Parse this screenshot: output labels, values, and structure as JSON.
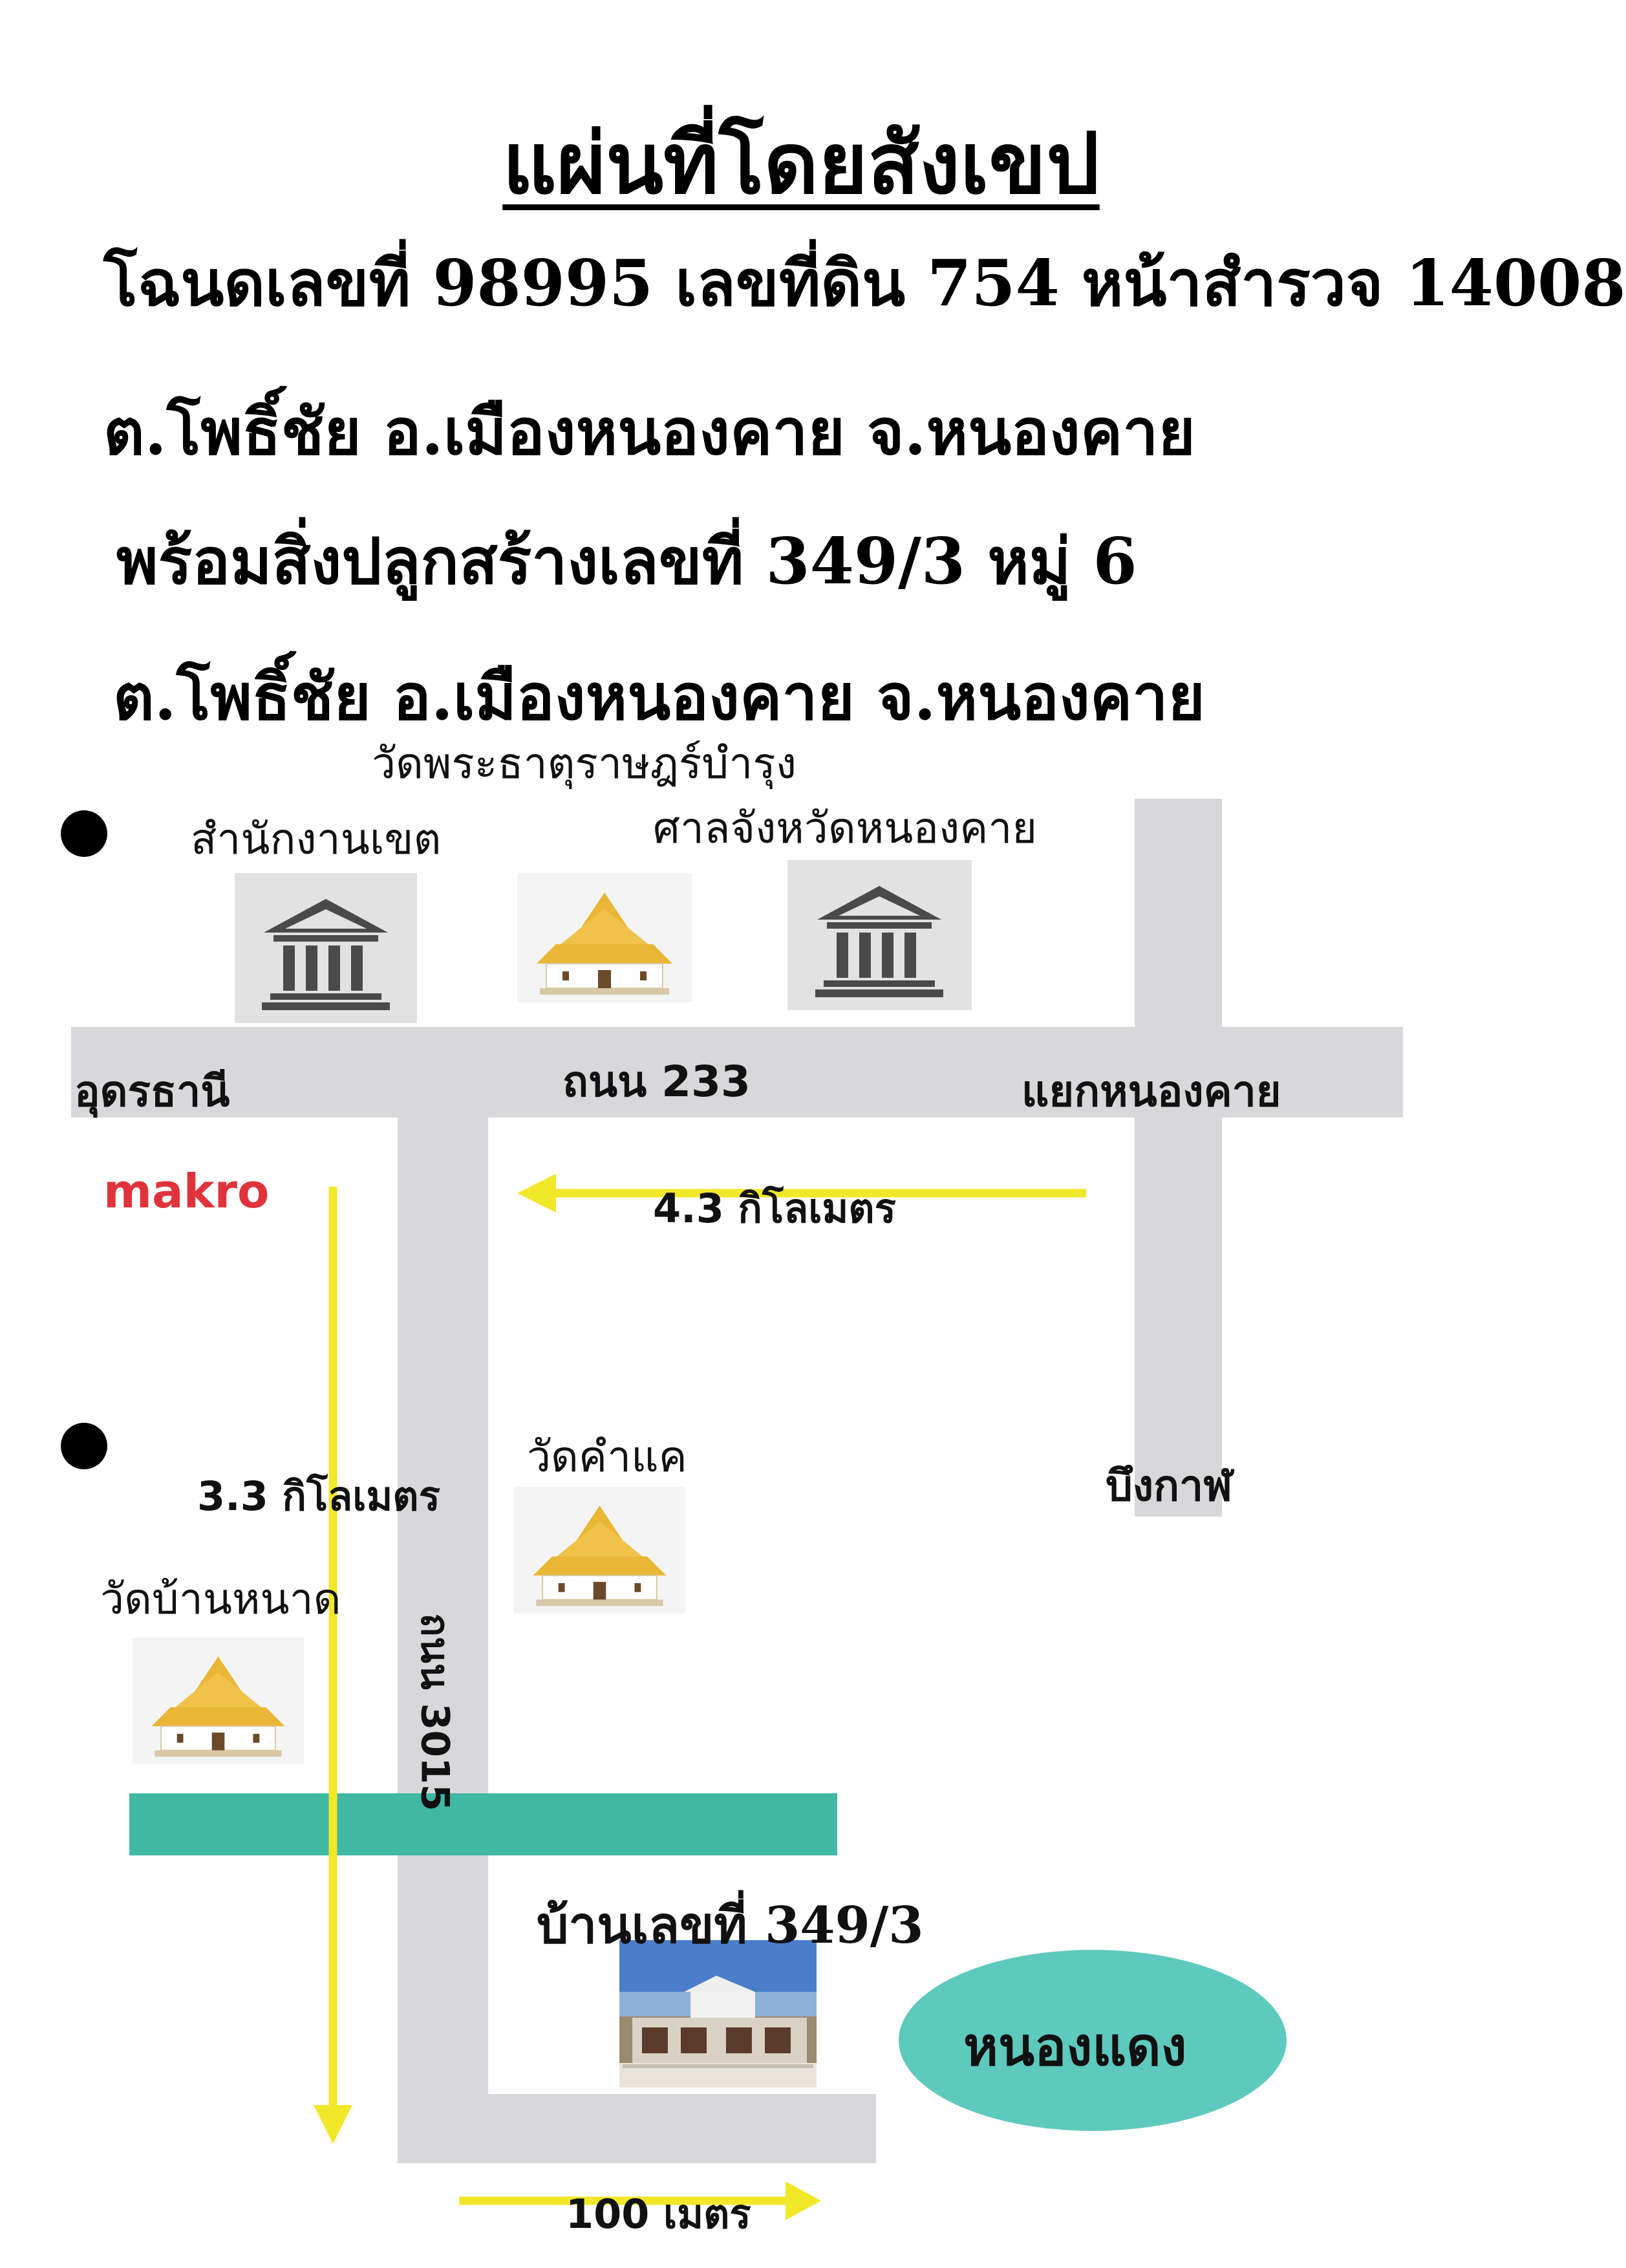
{
  "header": {
    "title": "แผ่นที่โดยสังเขป",
    "deed_line": "โฉนดเลขที่  98995 เลขที่ดิน 754 หน้าสำรวจ 14008",
    "location_line_1": "ต.โพธิ์ชัย อ.เมืองหนองคาย จ.หนองคาย",
    "building_line": "พร้อมสิ่งปลูกสร้างเลขที่ 349/3 หมู่ 6",
    "location_line_2": "ต.โพธิ์ชัย อ.เมืองหนองคาย จ.หนองคาย"
  },
  "map": {
    "roads": {
      "main_road": "ถนน 233",
      "side_road": "ถนน 3015"
    },
    "places": {
      "district_office": "สำนักงานเขต",
      "temple_top": "วัดพระธาตุราษฎร์บำรุง",
      "court": "ศาลจังหวัดหนองคาย",
      "udon_thani": "อุดรธานี",
      "nong_khai_junction": "แยกหนองคาย",
      "makro": "makro",
      "wat_kham_khae": "วัดคำแค",
      "bueng_kan": "บึงกาฬ",
      "wat_ban_nat": "วัดบ้านหนาด",
      "house": "บ้านเลขที่ 349/3",
      "nong_daeng": "หนองแดง"
    },
    "distances": {
      "main_road_distance": "4.3 กิโลเมตร",
      "side_road_distance": "3.3 กิโลเมตร",
      "to_house": "100 เมตร"
    },
    "icons": [
      "government-building-icon",
      "temple-icon",
      "house-photo-icon"
    ],
    "colors": {
      "road": "#d8d8da",
      "arrow": "#f2e82a",
      "canal": "#3fb8a4",
      "pond": "#5ec9bd",
      "makro_red": "#e0333c"
    }
  }
}
